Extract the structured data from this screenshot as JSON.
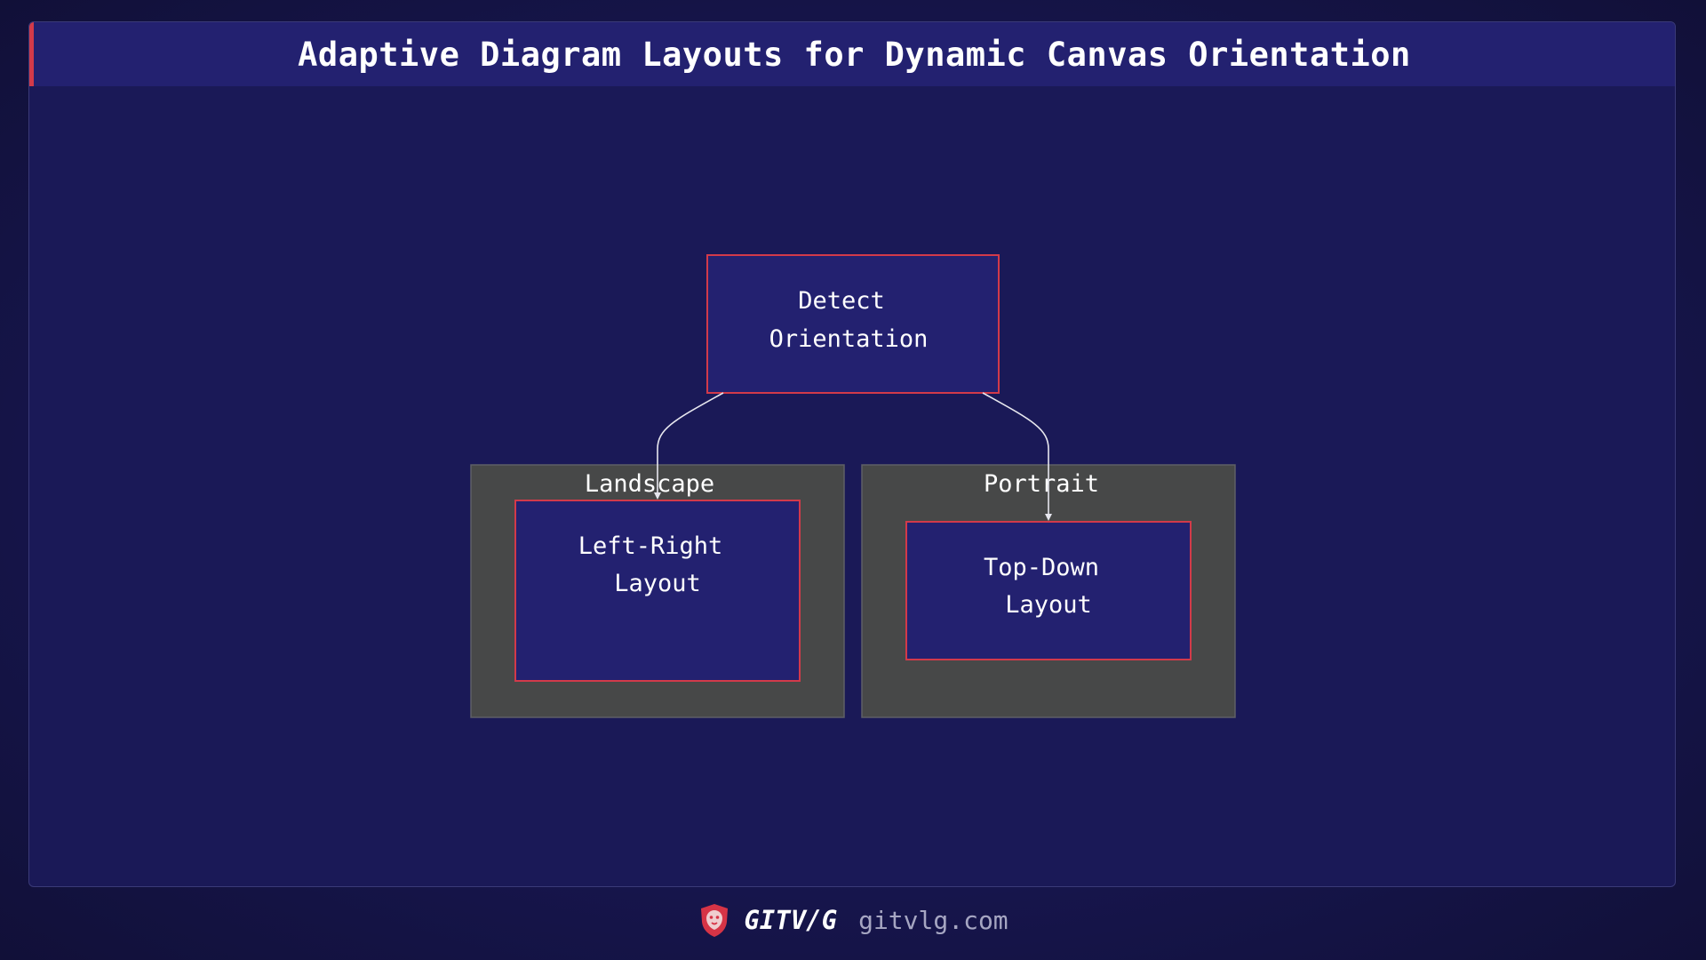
{
  "title": "Adaptive Diagram Layouts for Dynamic Canvas Orientation",
  "diagram": {
    "nodes": {
      "detect": {
        "line1": "Detect",
        "line2": "Orientation"
      },
      "left_right": {
        "line1": "Left-Right",
        "line2": "Layout"
      },
      "top_down": {
        "line1": "Top-Down",
        "line2": "Layout"
      }
    },
    "clusters": {
      "landscape": "Landscape",
      "portrait": "Portrait"
    },
    "edges": [
      {
        "from": "Detect Orientation",
        "to": "Left-Right Layout"
      },
      {
        "from": "Detect Orientation",
        "to": "Top-Down Layout"
      }
    ]
  },
  "footer": {
    "logo_icon": "lion-shield-icon",
    "brand": "GITV/G",
    "url": "gitvlg.com"
  },
  "colors": {
    "background": "#17164f",
    "title_bar": "#232170",
    "accent": "#d23a4a",
    "node_fill": "#232170",
    "node_border": "#d23a4a",
    "cluster_fill": "#474848",
    "edge": "#e6e6ee"
  }
}
